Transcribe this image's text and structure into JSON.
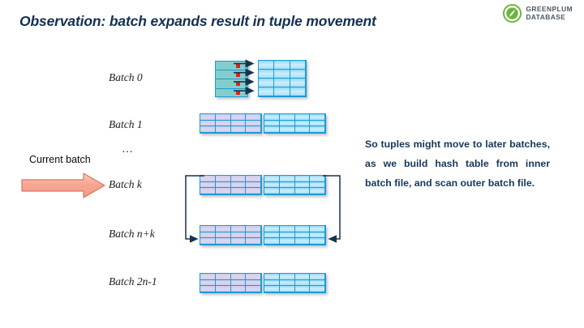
{
  "slide": {
    "title": "Observation: batch expands result in tuple movement",
    "title_color": "#133050",
    "background": "#ffffff"
  },
  "logo": {
    "name": "greenplum-database-logo",
    "line1": "GREENPLUM",
    "line2": "DATABASE",
    "mark_color": "#6cb33f",
    "text_color": "#4a5763"
  },
  "diagram": {
    "rows": [
      {
        "label": "Batch 0",
        "kind": "source"
      },
      {
        "label": "Batch 1",
        "kind": "pair"
      },
      {
        "label": "…",
        "kind": "ellipsis"
      },
      {
        "label": "Batch k",
        "kind": "pair"
      },
      {
        "label": "Batch n+k",
        "kind": "pair"
      },
      {
        "label": "Batch 2n-1",
        "kind": "pair"
      }
    ],
    "colors": {
      "grid_border": "#1b9ad6",
      "inner_fill": "#d4d2ee",
      "outer_fill": "#a9e2f8",
      "source_fill": "#84cdcd",
      "tuple_marker": "#e81c17",
      "arrow": "#16324f"
    },
    "grid_shape": {
      "columns": 4,
      "rows": 3
    },
    "source_grid_shape": {
      "columns": 3,
      "rows": 4
    },
    "source_tuple_count": 4,
    "connector_note": "Batch k inner and outer files feed into Batch n+k"
  },
  "current_batch": {
    "label": "Current batch",
    "arrow_color": "#f5a090",
    "arrow_border": "#d96652"
  },
  "note": {
    "text": "So tuples might move to later batches, as we build hash table from inner batch file, and scan outer batch file.",
    "color": "#16375c"
  }
}
